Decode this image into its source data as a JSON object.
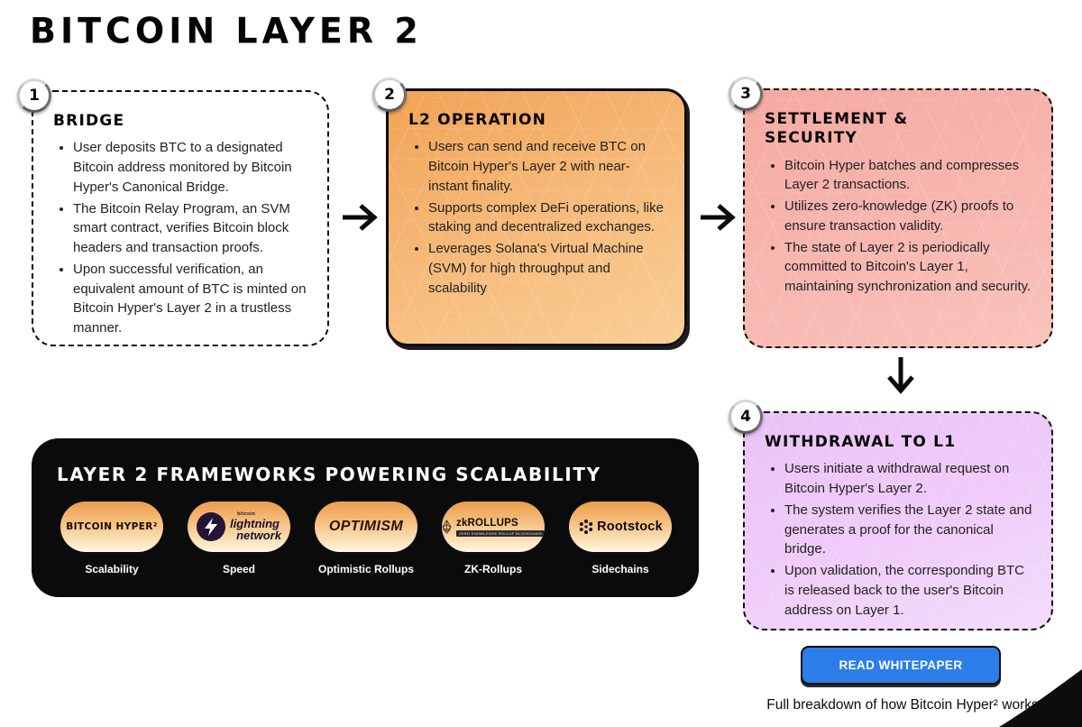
{
  "page": {
    "title": "BITCOIN LAYER 2",
    "footer_caption": "Full breakdown of how Bitcoin Hyper² works"
  },
  "cta": {
    "read_whitepaper_label": "READ WHITEPAPER"
  },
  "steps": [
    {
      "number": "1",
      "title": "BRIDGE",
      "bullets": [
        "User deposits BTC to a designated Bitcoin address monitored by Bitcoin Hyper's Canonical Bridge.",
        "The Bitcoin Relay Program, an SVM smart contract, verifies Bitcoin block headers and transaction proofs.",
        "Upon successful verification, an equivalent amount of BTC is minted on Bitcoin Hyper's Layer 2 in a trustless manner."
      ]
    },
    {
      "number": "2",
      "title": "L2 OPERATION",
      "bullets": [
        "Users can send and receive BTC on Bitcoin Hyper's Layer 2 with near-instant finality.",
        "Supports complex DeFi operations, like staking and decentralized exchanges.",
        "Leverages Solana's Virtual Machine (SVM) for high throughput and scalability"
      ]
    },
    {
      "number": "3",
      "title": "SETTLEMENT & SECURITY",
      "bullets": [
        "Bitcoin Hyper batches and compresses Layer 2 transactions.",
        "Utilizes zero-knowledge (ZK) proofs to ensure transaction validity.",
        "The state of Layer 2 is periodically committed to Bitcoin's Layer 1, maintaining synchronization and security."
      ]
    },
    {
      "number": "4",
      "title": "WITHDRAWAL TO L1",
      "bullets": [
        "Users initiate a withdrawal request on Bitcoin Hyper's Layer 2.",
        "The system verifies the Layer 2 state and generates a proof for the canonical bridge.",
        "Upon validation, the corresponding BTC is released back to the user's Bitcoin address on Layer 1."
      ]
    }
  ],
  "frameworks": {
    "title": "LAYER 2 FRAMEWORKS POWERING SCALABILITY",
    "items": [
      {
        "logo": "BITCOIN HYPER²",
        "label": "Scalability"
      },
      {
        "logo_top": "bitcoin",
        "logo_line1": "lightning",
        "logo_line2": "network",
        "label": "Speed"
      },
      {
        "logo": "OPTIMISM",
        "label": "Optimistic Rollups"
      },
      {
        "logo": "zkROLLUPS",
        "logo_sub": "ZERO KNOWLEDGE ROLLUP BLOCKCHAIN",
        "label": "ZK-Rollups"
      },
      {
        "logo": "Rootstock",
        "label": "Sidechains"
      }
    ]
  },
  "colors": {
    "box2_orange": "#f6b877",
    "box3_salmon": "#f7b7b0",
    "box4_lavender": "#efcdf9",
    "panel_black": "#0b0b0b",
    "button_blue": "#2b7de9",
    "pill_gradient_top": "#ec9c49",
    "pill_gradient_bottom": "#fff7e6"
  }
}
